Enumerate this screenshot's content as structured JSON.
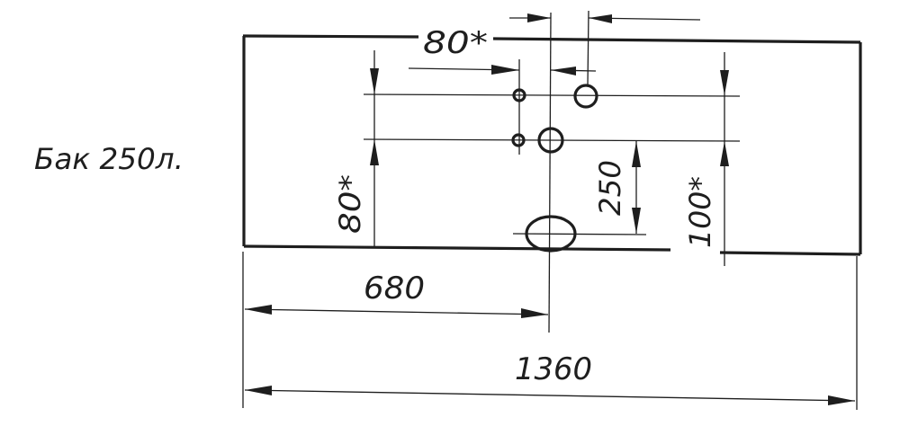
{
  "colors": {
    "ink": "#1e1e1e",
    "paper": "#ffffff"
  },
  "drawing": {
    "label": "Бак 250л.",
    "dimensions": {
      "top_offset": "80*",
      "left_height": "80*",
      "right_height": "100*",
      "middle_vertical": "250",
      "half_width": "680",
      "total_width": "1360"
    }
  }
}
